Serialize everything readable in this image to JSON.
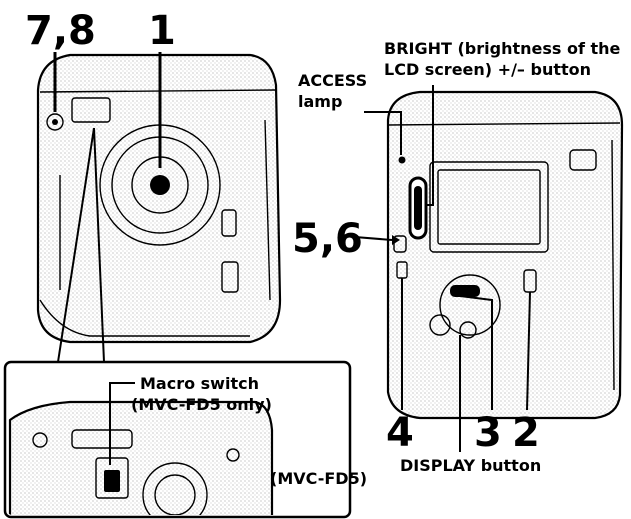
{
  "callouts": {
    "n78": "7,8",
    "n1": "1",
    "n56": "5,6",
    "n4": "4",
    "n3": "3",
    "n2": "2"
  },
  "labels": {
    "bright_line1": "BRIGHT (brightness of the",
    "bright_line2": "LCD screen) +/– button",
    "access_line1": "ACCESS",
    "access_line2": "lamp",
    "macro_line1": "Macro switch",
    "macro_line2": "(MVC-FD5 only)",
    "model": "(MVC-FD5)",
    "display": "DISPLAY button"
  }
}
